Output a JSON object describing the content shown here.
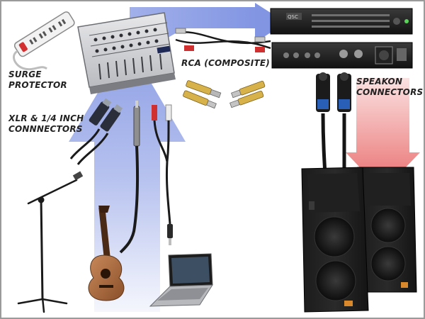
{
  "labels": {
    "surge": [
      "SURGE",
      "PROTECTOR"
    ],
    "xlr": [
      "XLR & 1/4 INCH",
      "CONNNECTORS"
    ],
    "rca": "RCA (COMPOSITE)",
    "speakon": [
      "SPEAKON",
      "CONNECTORS"
    ]
  },
  "amp_brand": "QSC",
  "colors": {
    "signal_flow": "#2f4fd0",
    "speaker_flow": "#e23a3a",
    "speaker_logo": "#d9892b",
    "connector_blue": "#2a5fb8"
  }
}
